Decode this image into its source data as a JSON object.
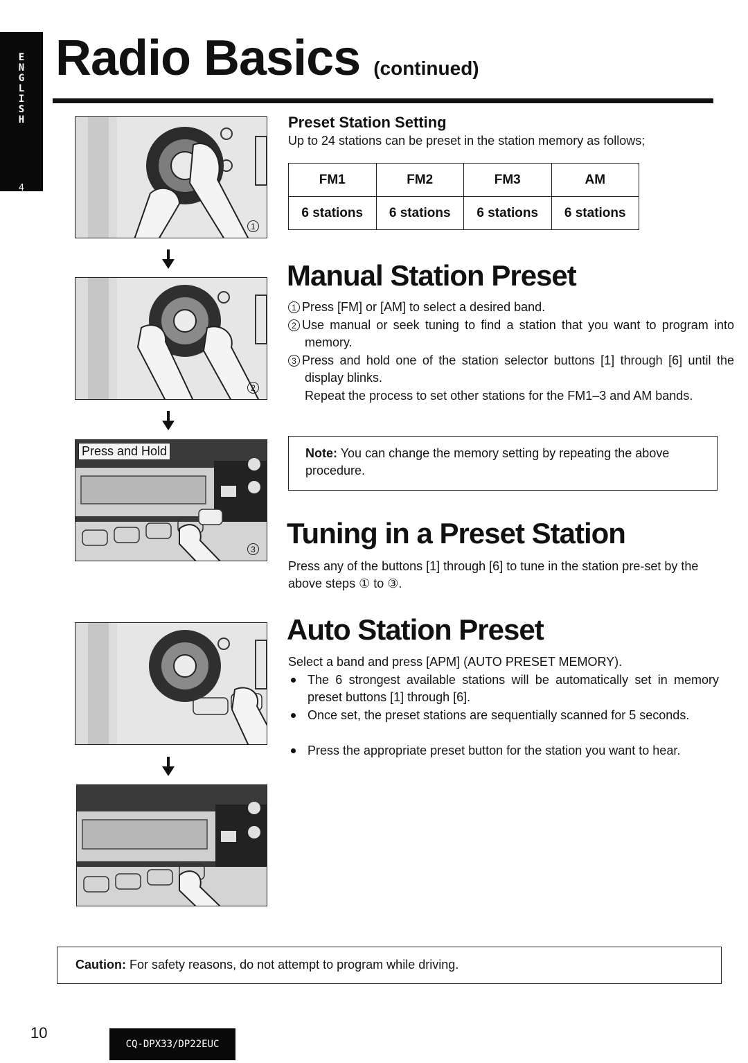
{
  "sidebar": {
    "letters": [
      "E",
      "N",
      "G",
      "L",
      "I",
      "S",
      "H"
    ],
    "number": "4"
  },
  "title": {
    "main": "Radio Basics",
    "suffix": "(continued)"
  },
  "preset_setting": {
    "heading": "Preset Station Setting",
    "intro": "Up to 24 stations can be preset in the station memory as follows;",
    "table": {
      "headers": [
        "FM1",
        "FM2",
        "FM3",
        "AM"
      ],
      "values": [
        "6 stations",
        "6 stations",
        "6 stations",
        "6 stations"
      ]
    }
  },
  "manual": {
    "heading": "Manual Station Preset",
    "step1_num": "1",
    "step1": "Press [FM] or [AM] to select a desired band.",
    "step2_num": "2",
    "step2": "Use manual or seek tuning to find a station that you want to program into memory.",
    "step3_num": "3",
    "step3": "Press and hold one of the station selector buttons [1] through [6] until the display blinks.",
    "repeat": "Repeat the process to set other stations for the FM1–3 and AM bands.",
    "note_label": "Note:",
    "note_text": "You can change the memory setting by repeating the above procedure."
  },
  "tuning": {
    "heading": "Tuning in a Preset Station",
    "text": "Press any of the buttons [1] through [6] to tune in the station pre-set by the above steps ① to ③."
  },
  "auto": {
    "heading": "Auto Station Preset",
    "intro": "Select a band and press [APM] (AUTO PRESET MEMORY).",
    "bullets": [
      "The 6 strongest available stations will be automatically set in memory preset buttons [1] through [6].",
      "Once set, the preset stations are sequentially scanned for 5 seconds.",
      "Press the appropriate preset button for the station you want to hear."
    ]
  },
  "images": {
    "img1_marker": "1",
    "img2_marker": "2",
    "img3_label": "Press and Hold",
    "img3_marker": "3"
  },
  "caution": {
    "label": "Caution:",
    "text": "For safety reasons, do not attempt to program while driving."
  },
  "footer": {
    "page_number": "10",
    "model": "CQ-DPX33/DP22EUC"
  }
}
